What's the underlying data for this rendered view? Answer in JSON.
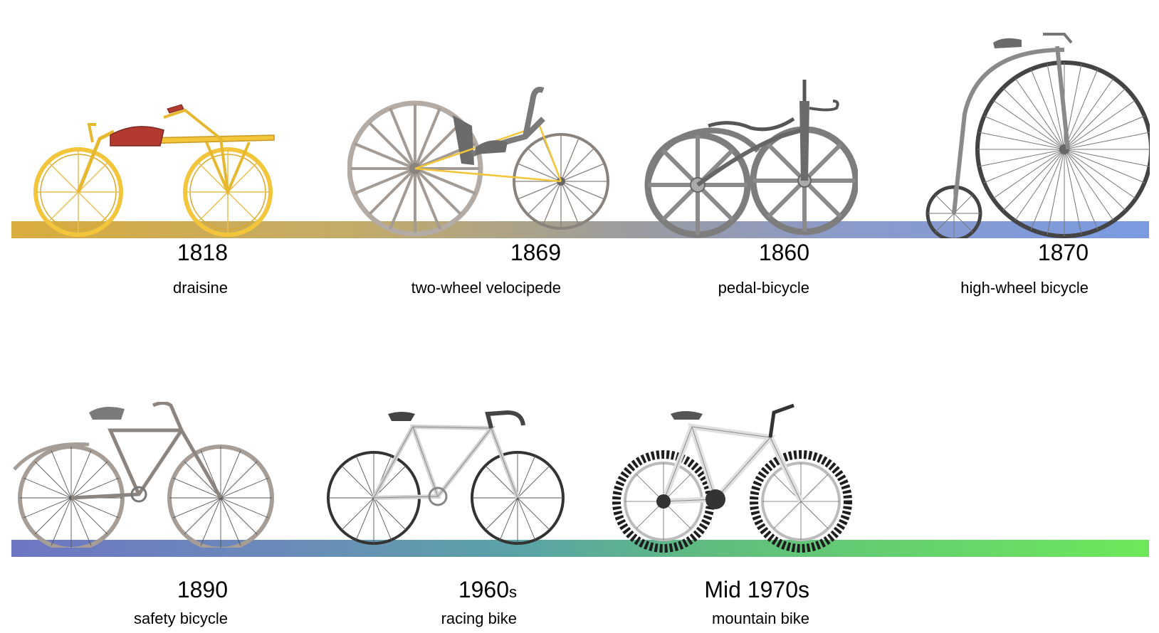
{
  "timeline": {
    "row1": [
      {
        "year": "1818",
        "name": "draisine"
      },
      {
        "year": "1869",
        "name": "two-wheel velocipede"
      },
      {
        "year": "1860",
        "name": "pedal-bicycle"
      },
      {
        "year": "1870",
        "name": "high-wheel bicycle"
      }
    ],
    "row2": [
      {
        "year": "1890",
        "name": "safety bicycle"
      },
      {
        "year": "1960",
        "year_suffix": "s",
        "name": "racing bike"
      },
      {
        "year": "Mid 1970s",
        "name": "mountain bike"
      }
    ]
  },
  "colors": {
    "band_top_start": "#d9ac3e",
    "band_top_end": "#7a9be2",
    "band_bottom_start": "#6e76c4",
    "band_bottom_end": "#6ee85a",
    "draisine_frame": "#f2c53a",
    "draisine_seat": "#b33a2e",
    "velocipede_wheel": "#b3aba4",
    "pedal_bicycle": "#7d7d7d",
    "high_wheel": "#8a8a8a",
    "safety_bicycle": "#a59d96",
    "racing_bike": "#cfcfcf",
    "mountain_bike": "#d8d8d8"
  },
  "icons": [
    "draisine-illustration",
    "velocipede-illustration",
    "pedal-bicycle-illustration",
    "high-wheel-illustration",
    "safety-bicycle-illustration",
    "racing-bike-illustration",
    "mountain-bike-illustration"
  ]
}
